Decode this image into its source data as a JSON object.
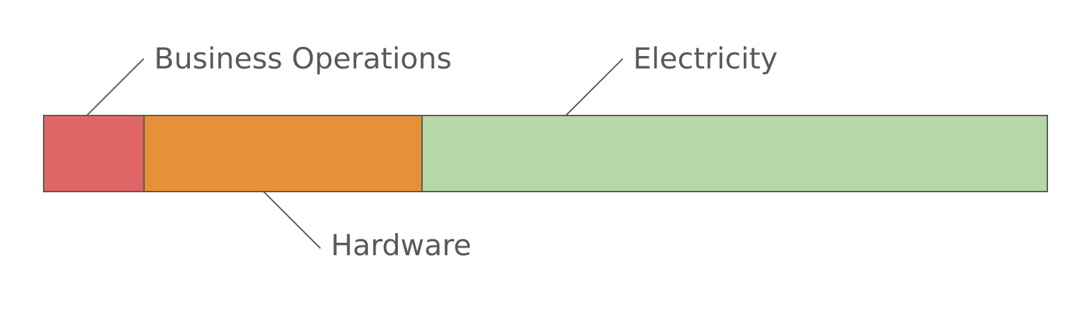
{
  "chart_data": {
    "type": "bar",
    "orientation": "horizontal-stacked",
    "categories": [
      "Business Operations",
      "Hardware",
      "Electricity"
    ],
    "series": [
      {
        "label": "Business Operations",
        "value": 10,
        "color": "#e06666"
      },
      {
        "label": "Hardware",
        "value": 27.7,
        "color": "#e69138"
      },
      {
        "label": "Electricity",
        "value": 62.3,
        "color": "#b6d7a8"
      }
    ],
    "title": "",
    "xlabel": "",
    "ylabel": "",
    "xlim": [
      0,
      100
    ],
    "grid": false,
    "legend": "none",
    "outline_color": "#595959",
    "label_color": "#595959"
  }
}
